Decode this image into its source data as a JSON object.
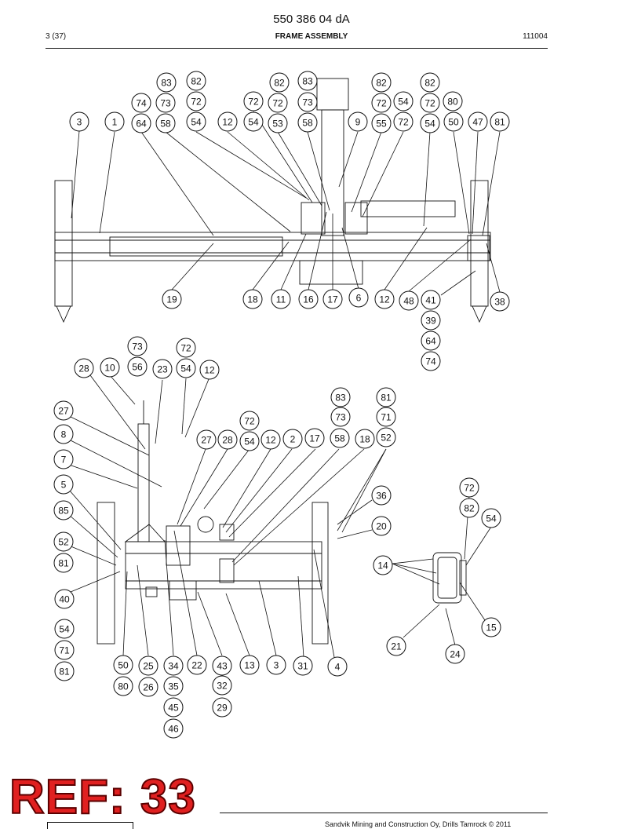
{
  "header": {
    "document_number": "550 386 04 dA",
    "page": "3 (37)",
    "title": "FRAME ASSEMBLY",
    "code": "111004"
  },
  "footer": {
    "ref_stamp": "REF: 33",
    "copyright": "Sandvik Mining and Construction Oy, Drills Tamrock © 2011"
  },
  "balloons": [
    "83",
    "82",
    "82",
    "83",
    "82",
    "82",
    "74",
    "73",
    "72",
    "72",
    "72",
    "73",
    "72",
    "54",
    "72",
    "80",
    "3",
    "1",
    "64",
    "58",
    "54",
    "12",
    "54",
    "53",
    "58",
    "9",
    "55",
    "72",
    "54",
    "50",
    "47",
    "81",
    "19",
    "18",
    "11",
    "16",
    "17",
    "6",
    "12",
    "48",
    "41",
    "38",
    "39",
    "64",
    "74",
    "73",
    "72",
    "28",
    "10",
    "56",
    "23",
    "54",
    "12",
    "83",
    "81",
    "73",
    "71",
    "27",
    "72",
    "8",
    "27",
    "28",
    "54",
    "12",
    "2",
    "17",
    "58",
    "18",
    "52",
    "7",
    "5",
    "85",
    "52",
    "81",
    "40",
    "54",
    "71",
    "81",
    "36",
    "72",
    "82",
    "54",
    "20",
    "14",
    "15",
    "21",
    "24",
    "50",
    "25",
    "34",
    "22",
    "43",
    "13",
    "3",
    "31",
    "4",
    "80",
    "26",
    "35",
    "32",
    "45",
    "29",
    "46"
  ]
}
